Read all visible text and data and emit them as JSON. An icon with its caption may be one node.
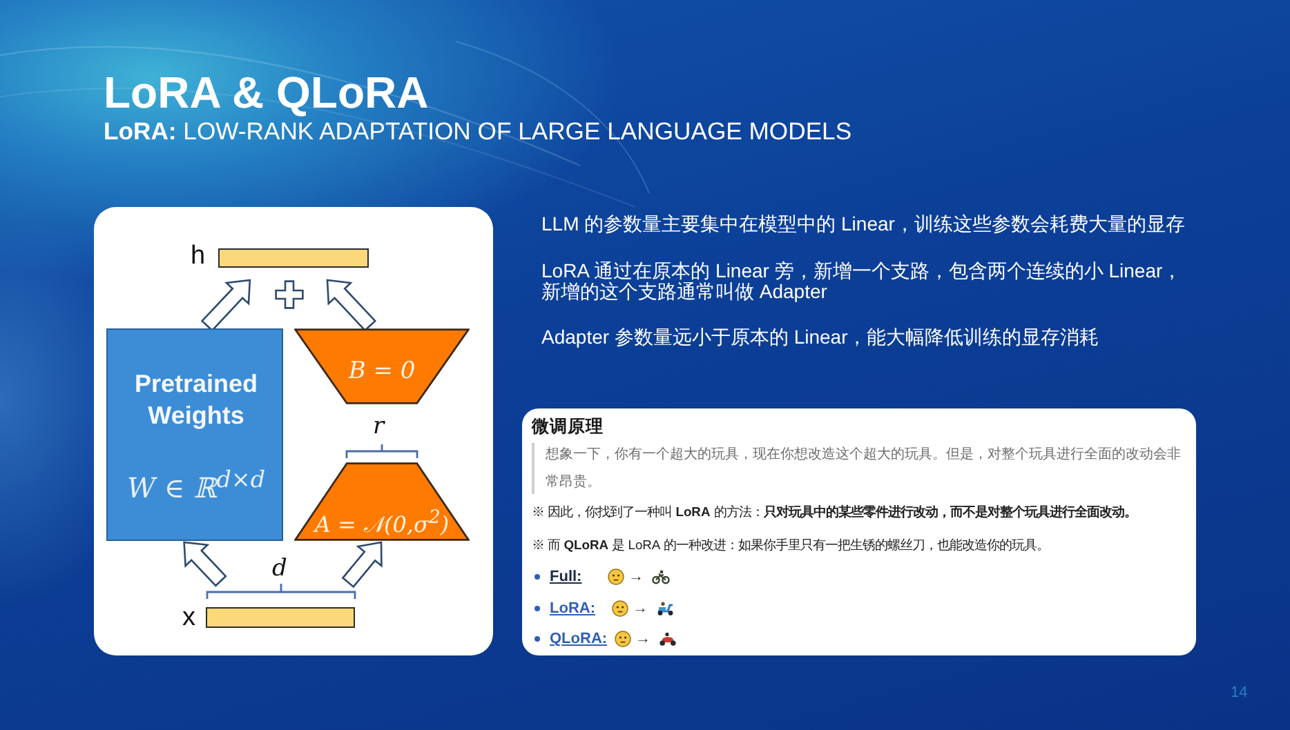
{
  "diagram": {
    "title": "LoRA & QLoRA",
    "nodes": [
      {
        "text": [],
        "shape": "bar",
        "beside": [
          "h"
        ]
      },
      {
        "text": [
          "Pretrained Weights",
          "W ∈ ℝ$^{d×d}$"
        ]
      },
      {
        "text": [
          "B = 0"
        ]
      },
      {
        "text": [
          "A = 𝒩(0,σ$^{2}$)"
        ]
      },
      {
        "text": [],
        "shape": "bar",
        "beside": [
          "x"
        ]
      },
      {
        "text": [
          "微调原理",
          "想象一下，你有一个超大的玩具，现在你想改造这个超大的玩具。但是，对整个玩具进行全面的改动会非常昂贵。",
          "※ 因此，你找到了一种叫 **LoRA** 的方法：**只对玩具中的某些零件进行改动，而不是对整个玩具进行全面改动。**",
          "※ 而 **QLoRA** 是 LoRA 的一种改进：如果你手里只有一把生锈的螺丝刀，也能改造你的玩具。",
          "Full:",
          "→",
          "LoRA:",
          "→",
          "QLoRA:",
          "→"
        ]
      }
    ],
    "edges": [
      {
        "from": 4,
        "to": 1,
        "arrow": "to"
      },
      {
        "from": 4,
        "to": 3,
        "arrow": "to"
      },
      {
        "from": 1,
        "to": 0,
        "arrow": "to"
      },
      {
        "from": 2,
        "to": 0,
        "arrow": "to"
      }
    ],
    "labels": [
      "**LoRA:** LOW-RANK ADAPTATION OF LARGE LANGUAGE MODELS",
      "r",
      "d",
      "LLM 的参数量主要集中在模型中的 Linear，训练这些参数会耗费大量的显存",
      "LoRA 通过在原本的 Linear 旁，新增一个支路，包含两个连续的小 Linear，新增的这个支路通常叫做 Adapter",
      "Adapter 参数量远小于原本的 Linear，能大幅降低训练的显存消耗",
      "14"
    ]
  }
}
